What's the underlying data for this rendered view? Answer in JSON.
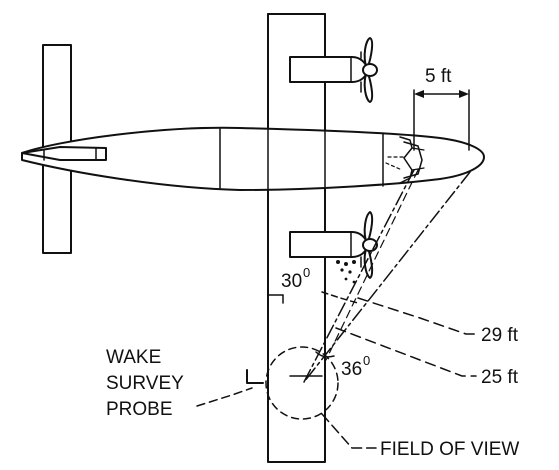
{
  "labels": {
    "dimension_top": "5 ft",
    "angle_30": "30",
    "angle_30_unit": "0",
    "angle_36": "36",
    "angle_36_unit": "0",
    "dist_29": "29 ft",
    "dist_25": "25 ft",
    "probe_line1": "WAKE",
    "probe_line2": "SURVEY",
    "probe_line3": "PROBE",
    "field_of_view": "FIELD OF VIEW"
  },
  "colors": {
    "ink": "#111111",
    "background": "#ffffff"
  }
}
